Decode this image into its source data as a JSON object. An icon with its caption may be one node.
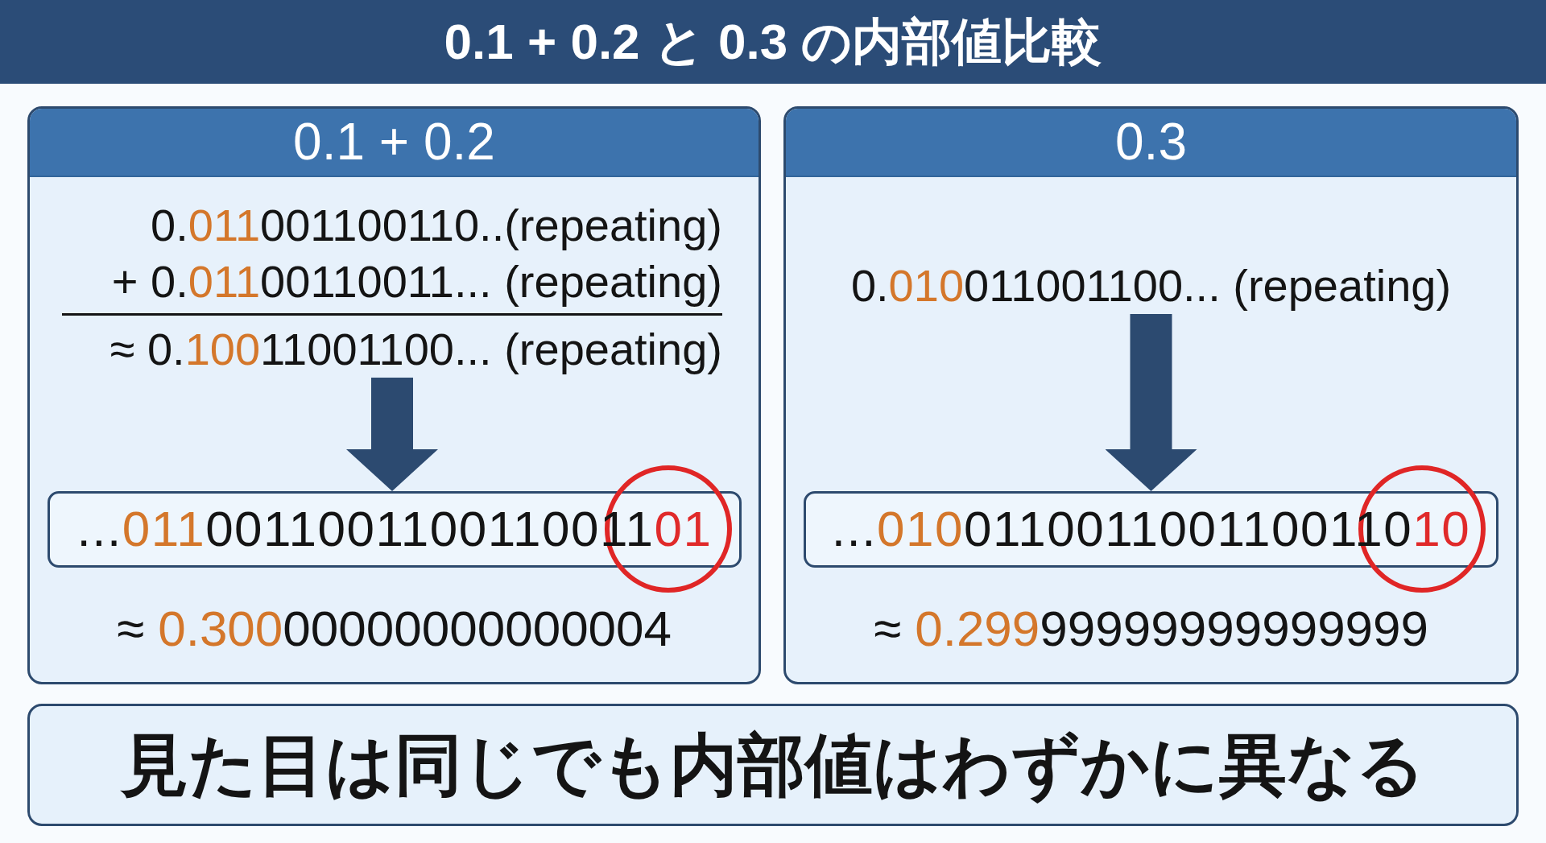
{
  "diagram": {
    "title": "0.1 + 0.2 と 0.3 の内部値比較",
    "nodes": [
      {
        "text": [
          "0.1 + 0.2",
          "≈ 0.30000000000000004"
        ]
      },
      {
        "text": [
          "0.011001100110..(repeating)",
          "+ 0.01100110011... (repeating)",
          "≈ 0.10011001100... (repeating)"
        ],
        "in": 0
      },
      {
        "text": [
          "...011001100110011001101"
        ],
        "in": 0
      },
      {
        "text": [
          "0.3",
          "≈ 0.29999999999999999"
        ]
      },
      {
        "text": [
          "0.010011001100... (repeating)"
        ],
        "in": 3
      },
      {
        "text": [
          "...010011001100110011010"
        ],
        "in": 3
      },
      {
        "text": [
          "見た目は同じでも内部値はわずかに異なる"
        ]
      }
    ],
    "edges": [
      {
        "from": 1,
        "to": 2,
        "arrow": "to"
      },
      {
        "from": 4,
        "to": 5,
        "arrow": "to"
      }
    ]
  }
}
